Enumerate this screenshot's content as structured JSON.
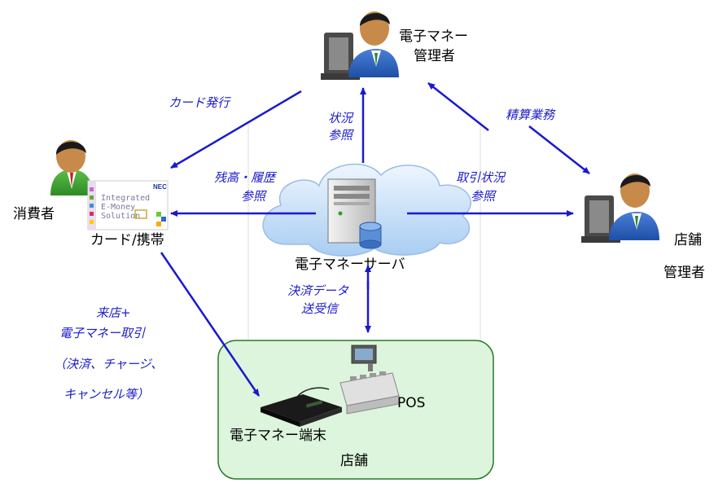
{
  "nodes": {
    "emoney_admin": {
      "line1": "電子マネー",
      "line2": "管理者"
    },
    "consumer": {
      "label": "消費者"
    },
    "card": {
      "label": "カード/携帯",
      "card_line1": "Integrated",
      "card_line2": "E-Money",
      "card_line3": "Solution",
      "brand": "NEC"
    },
    "server": {
      "label": "電子マネーサーバ"
    },
    "store_admin": {
      "line1": "店舗",
      "line2": "管理者"
    },
    "terminal": {
      "label": "電子マネー端末"
    },
    "pos": {
      "label": "POS"
    },
    "store": {
      "label": "店舗"
    }
  },
  "edges": {
    "card_issue": {
      "label": "カード発行"
    },
    "status_ref": {
      "line1": "状況",
      "line2": "参照"
    },
    "settlement": {
      "label": "精算業務"
    },
    "balance_ref": {
      "line1": "残高・履歴",
      "line2": "参照"
    },
    "trans_ref": {
      "line1": "取引状況",
      "line2": "参照"
    },
    "payment_data": {
      "line1": "決済データ",
      "line2": "送受信"
    },
    "visit": {
      "line1": "来店+",
      "line2": "電子マネー取引",
      "line3": "（決済、チャージ、",
      "line4": "キャンセル等）"
    }
  },
  "colors": {
    "arrow": "#1a1acc",
    "store_fill": "#dcf5dc",
    "store_border": "#2a7a2a"
  }
}
